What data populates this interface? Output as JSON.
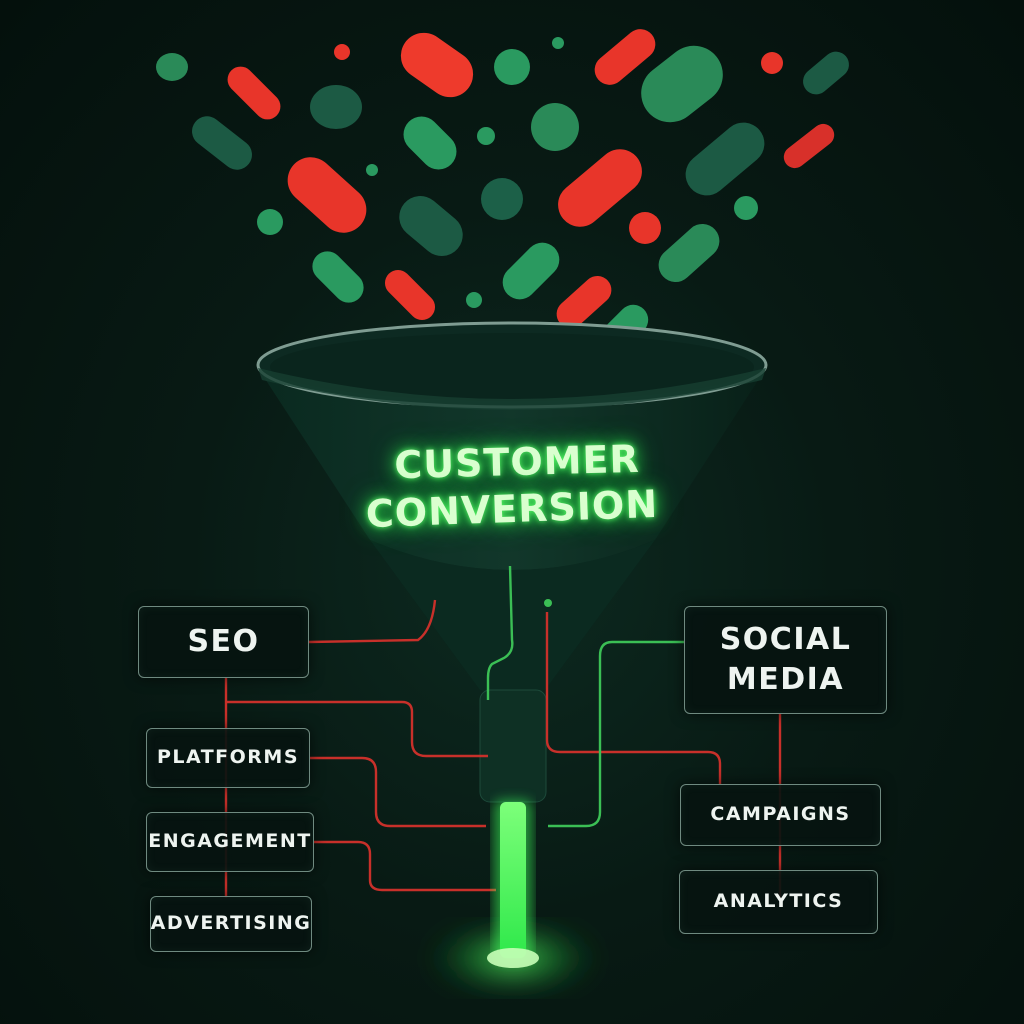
{
  "funnel": {
    "line1": "CUSTOMER",
    "line2": "CONVERSION"
  },
  "left_boxes": {
    "seo": "SEO",
    "platforms": "PLATFORMS",
    "engagement": "ENGAGEMENT",
    "advertising": "ADVERTISING"
  },
  "right_boxes": {
    "social_line1": "SOCIAL",
    "social_line2": "MEDIA",
    "campaigns": "CAMPAIGNS",
    "analytics": "ANALYTICS"
  },
  "colors": {
    "red": "#e8352a",
    "green": "#2a9a60",
    "dark_green": "#1c5a44",
    "glow": "#3dff5a",
    "connector_red": "#c8302a",
    "connector_green": "#3bbf55"
  }
}
